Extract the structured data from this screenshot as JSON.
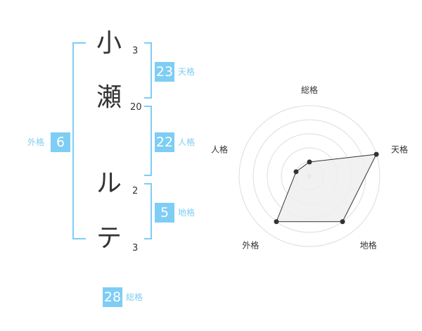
{
  "name": [
    {
      "char": "小",
      "strokes": "3"
    },
    {
      "char": "瀬",
      "strokes": "20"
    },
    {
      "char": "ル",
      "strokes": "2"
    },
    {
      "char": "テ",
      "strokes": "3"
    }
  ],
  "kakusu": {
    "tenkaku": {
      "label": "天格",
      "value": "23"
    },
    "jinkaku": {
      "label": "人格",
      "value": "22"
    },
    "chikaku": {
      "label": "地格",
      "value": "5"
    },
    "gaikaku": {
      "label": "外格",
      "value": "6"
    },
    "soukaku": {
      "label": "総格",
      "value": "28"
    }
  },
  "colors": {
    "accent": "#7ecdf4",
    "text": "#333333",
    "grid": "#dddddd",
    "fill": "#eeeeee"
  },
  "chart_data": {
    "type": "radar",
    "axes": [
      "総格",
      "天格",
      "地格",
      "外格",
      "人格"
    ],
    "series": [
      {
        "values": [
          1,
          5,
          4,
          4,
          1
        ]
      }
    ],
    "range": [
      0,
      5
    ],
    "rings": 5,
    "grid": true
  }
}
